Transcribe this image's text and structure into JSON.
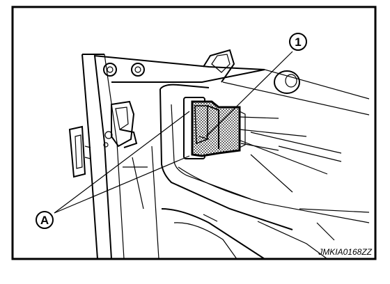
{
  "figure": {
    "callouts": {
      "part_1": "1",
      "part_a": "A"
    },
    "image_code": "JMKIA0168ZZ",
    "colors": {
      "ink": "#000000",
      "paper": "#ffffff",
      "connector_fill": "#8a8a8a"
    }
  }
}
